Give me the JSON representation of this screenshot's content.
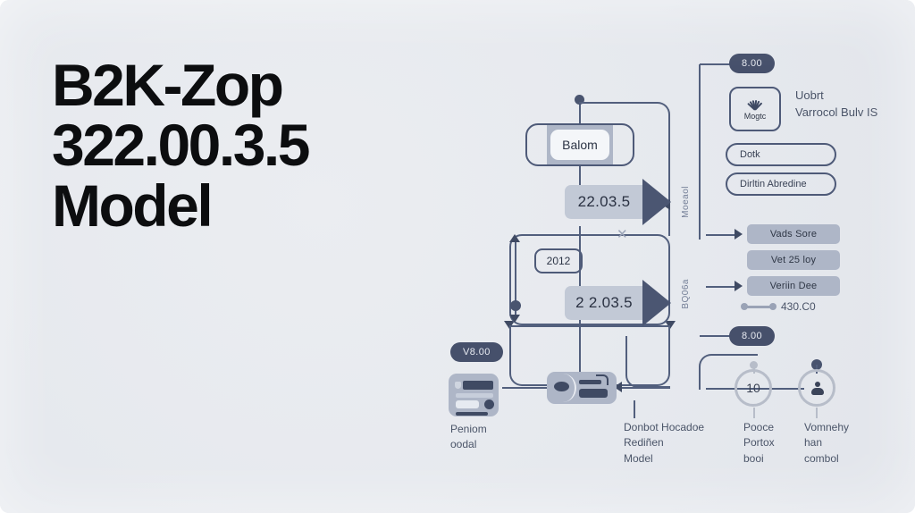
{
  "title": "B2K-Zop\n322.00.3.5\nModel",
  "diagram": {
    "nodes": {
      "balom_label": "Balom",
      "year_pill": "2012"
    },
    "arrows": [
      {
        "name": "arrow-upper",
        "label": "22.03.5"
      },
      {
        "name": "arrow-lower",
        "label": "2 2.03.5"
      }
    ],
    "side_labels": [
      {
        "name": "vertical-label-upper",
        "text": "Moeaol"
      },
      {
        "name": "vertical-label-lower",
        "text": "BQ06a"
      }
    ],
    "left_panel": {
      "badge": "V8.00",
      "caption": "Peniom\noodal"
    },
    "center_caption": "Donbot Hocadoe\nRediñen\nModel"
  },
  "right_panel": {
    "top_badge": "8.00",
    "magic_tile": {
      "label": "Mogtc",
      "icon": "sparkle-icon"
    },
    "heading_lines": "Uobrt\nVarrocol Bulv IS",
    "pill_buttons": [
      {
        "label": "Dotk"
      },
      {
        "label": "Dirltin Abredine"
      }
    ],
    "bars": [
      {
        "label": "Vads Sore"
      },
      {
        "label": "Vet 25 loy"
      },
      {
        "label": "Veriin Dee"
      }
    ],
    "slider_value": "430.C0",
    "bottom_badge": "8.00",
    "circles": [
      {
        "name": "circle-count",
        "label": "10",
        "caption": "Pooce\nPortox\nbooi"
      },
      {
        "name": "circle-user",
        "icon": "person-icon",
        "label": "",
        "caption": "Vomnehy\nhan\ncombol"
      }
    ]
  },
  "colors": {
    "background": "#e6e9ee",
    "ink": "#0c0d0f",
    "stroke": "#525f7d",
    "fill": "#aeb6c7",
    "badge": "#46506b"
  }
}
